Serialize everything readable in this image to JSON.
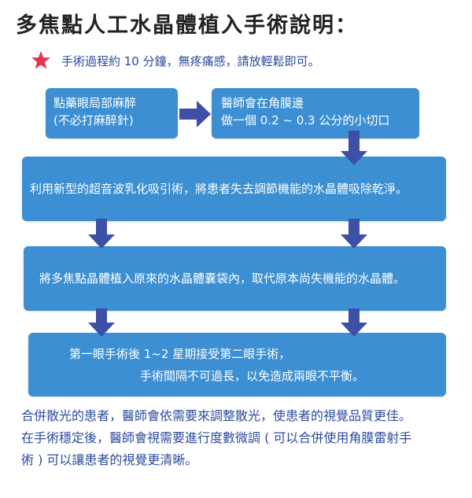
{
  "title": "多焦點人工水晶體植入手術說明：",
  "note": {
    "icon": "star-icon",
    "icon_color": "#e6334f",
    "text": "手術過程約 10 分鐘，無疼痛感，請放輕鬆即可。"
  },
  "steps": {
    "step1": {
      "line1": "點藥眼局部麻醉",
      "line2": "(不必打麻醉針)"
    },
    "step2": {
      "line1": "醫師會在角膜邊",
      "line2": "做一個 0.2 ~ 0.3 公分的小切口"
    },
    "step3": {
      "text": "利用新型的超音波乳化吸引術，將患者失去調節機能的水晶體吸除乾淨。"
    },
    "step4": {
      "text": "將多焦點晶體植入原來的水晶體囊袋內，取代原本尚失機能的水晶體。"
    },
    "step5": {
      "line1": "第一眼手術後 1~2 星期接受第二眼手術，",
      "line2": "手術間隔不可過長，以免造成兩眼不平衡。"
    }
  },
  "footer": {
    "line1": "合併散光的患者，醫師會依需要來調整散光，使患者的視覺品質更佳。",
    "line2": "在手術穩定後，醫師會視需要進行度數微調 ( 可以合併使用角膜雷射手",
    "line3": "術 ) 可以讓患者的視覺更清晰。"
  },
  "colors": {
    "box": "#3b8fd2",
    "arrow": "#3e4fa6",
    "text_blue": "#2c4a9e"
  }
}
